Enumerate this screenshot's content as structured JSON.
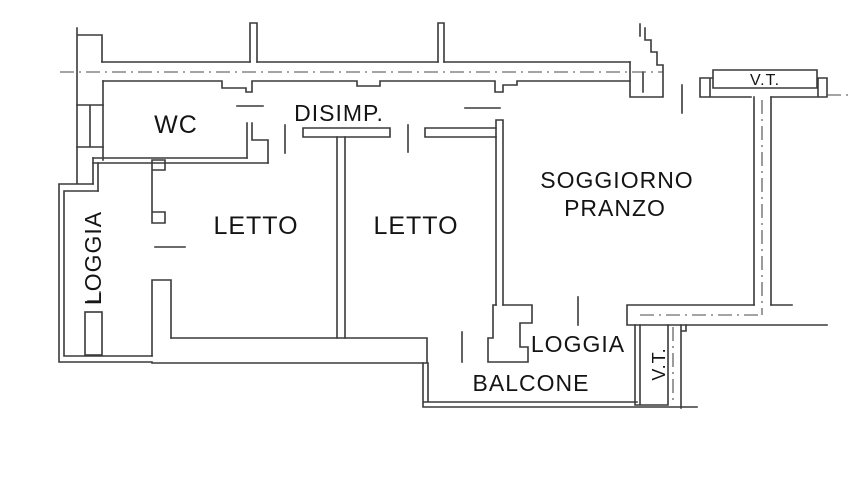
{
  "page": {
    "background": "#ffffff"
  },
  "colors": {
    "line": "#3a3a3a",
    "thin_line": "#4a4a4a",
    "text": "#141414"
  },
  "floor_plan": {
    "labels": {
      "wc": "WC",
      "disimp": "DISIMP.",
      "letto1": "LETTO",
      "letto2": "LETTO",
      "soggiorno_line1": "SOGGIORNO",
      "soggiorno_line2": "PRANZO",
      "loggia_left": "LOGGIA",
      "loggia_right": "LOGGIA",
      "balcone": "BALCONE",
      "vt_top": "V.T.",
      "vt_bottom": "V.T."
    }
  }
}
